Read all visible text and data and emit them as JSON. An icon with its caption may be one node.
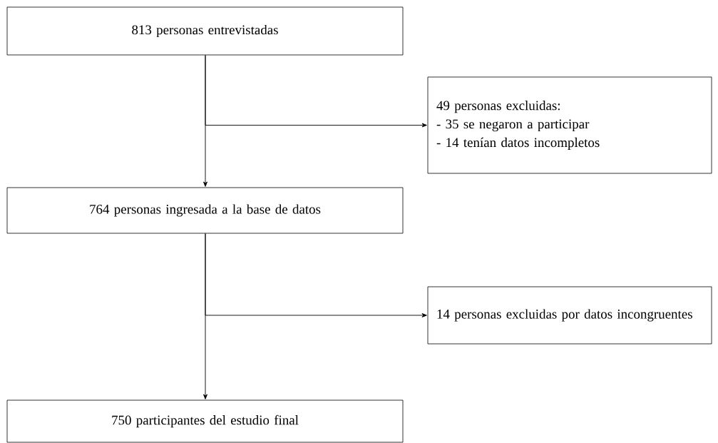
{
  "diagram": {
    "nodes": [
      {
        "text": [
          "813 personas entrevistadas"
        ]
      },
      {
        "text": [
          "49 personas excluidas:",
          "- 35 se negaron a participar",
          "- 14 tenían datos incompletos"
        ]
      },
      {
        "text": [
          "764 personas ingresada a la base de datos"
        ]
      },
      {
        "text": [
          "14 personas excluidas por datos incongruentes"
        ]
      },
      {
        "text": [
          "750 participantes del estudio final"
        ]
      }
    ],
    "edges": [
      {
        "from": 0,
        "to": 1,
        "arrow": "to"
      },
      {
        "from": 0,
        "to": 2,
        "arrow": "to"
      },
      {
        "from": 2,
        "to": 3,
        "arrow": "to"
      },
      {
        "from": 2,
        "to": 4,
        "arrow": "to"
      }
    ]
  }
}
